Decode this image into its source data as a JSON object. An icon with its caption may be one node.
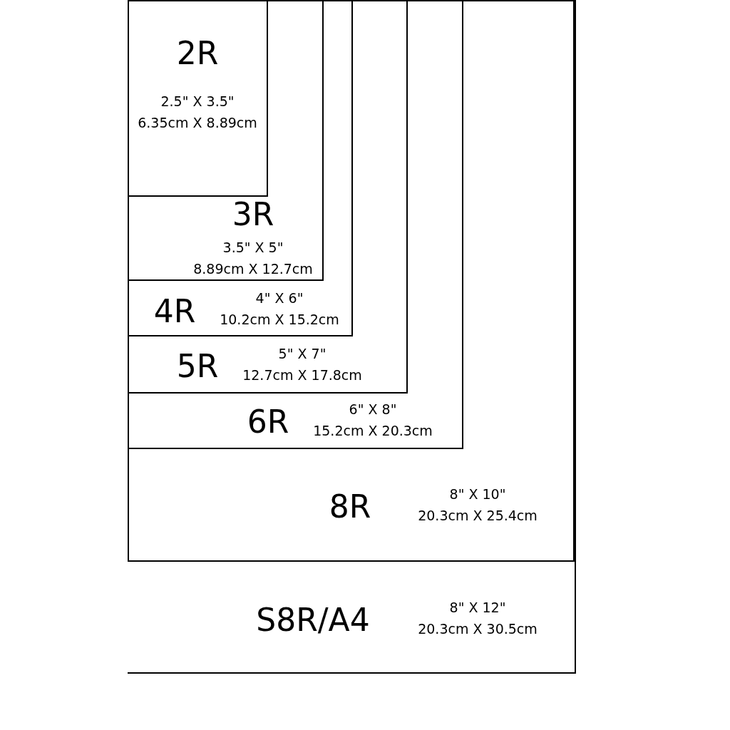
{
  "diagram": {
    "nodes": [
      {
        "text": [
          "S8R/A4",
          "8\" X 12\"",
          "20.3cm X 30.5cm"
        ]
      },
      {
        "text": [
          "8R",
          "8\" X 10\"",
          "20.3cm X 25.4cm"
        ],
        "in": 0
      },
      {
        "text": [
          "6R",
          "6\" X 8\"",
          "15.2cm X 20.3cm"
        ],
        "in": 1
      },
      {
        "text": [
          "5R",
          "5\" X 7\"",
          "12.7cm X 17.8cm"
        ],
        "in": 2
      },
      {
        "text": [
          "4R",
          "4\" X 6\"",
          "10.2cm X 15.2cm"
        ],
        "in": 3
      },
      {
        "text": [
          "3R",
          "3.5\" X 5\"",
          "8.89cm X 12.7cm"
        ],
        "in": 4
      },
      {
        "text": [
          "2R",
          "2.5\" X 3.5\"",
          "6.35cm X 8.89cm"
        ],
        "in": 5
      }
    ]
  }
}
